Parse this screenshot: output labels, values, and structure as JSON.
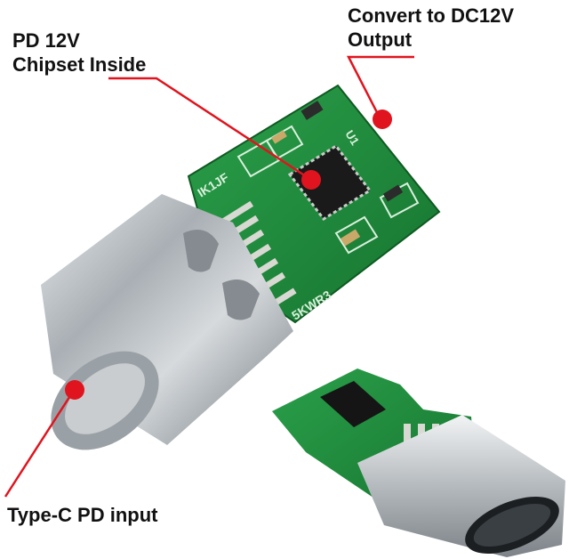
{
  "labels": {
    "chipset_line1": "PD 12V",
    "chipset_line2": "Chipset Inside",
    "output_line1": "Convert to DC12V",
    "output_line2": "Output",
    "input": "Type-C PD input"
  },
  "board_markings": {
    "top_left": "IK1JF",
    "bottom": "5KWR3",
    "chip_corner": "U1"
  },
  "colors": {
    "pcb_green": "#1f8a3a",
    "callout_red": "#e0141e",
    "metal": "#bfc3c6"
  }
}
